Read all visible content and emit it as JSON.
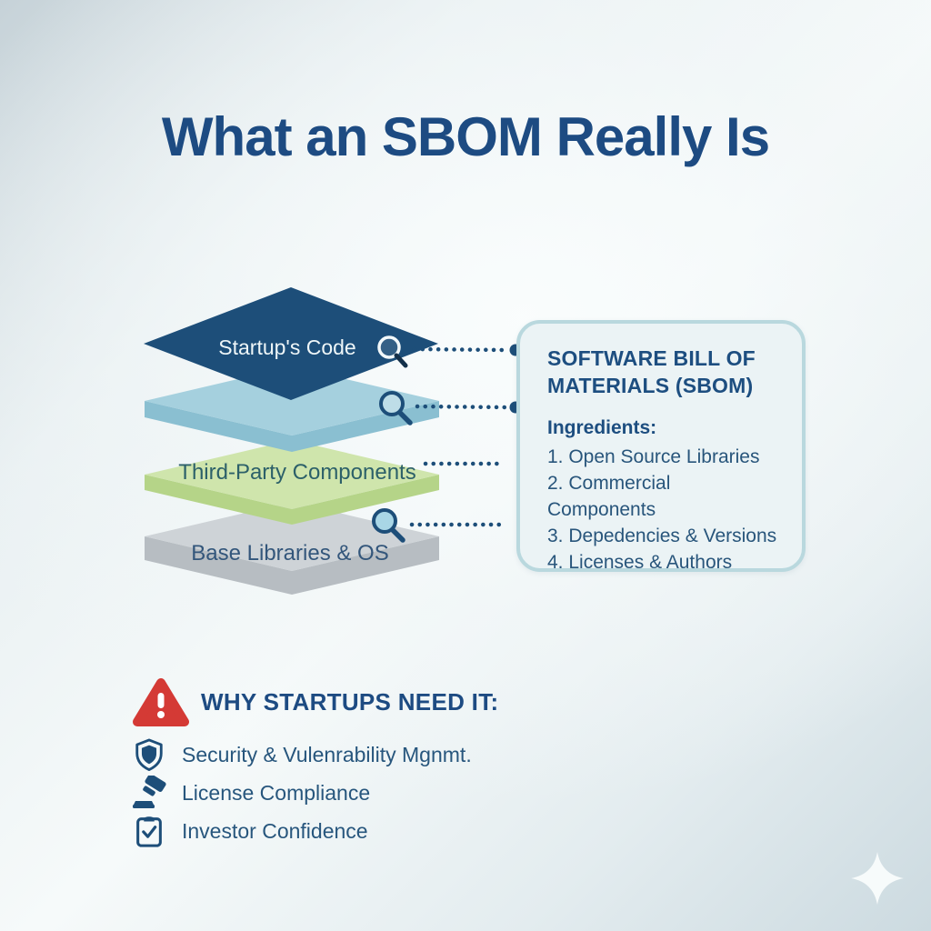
{
  "title": "What an SBOM Really Is",
  "colors": {
    "title-blue": "#1d4b82",
    "layer-dark": "#1d4e79",
    "layer-dark-text": "#eef6f8",
    "layer-light-blue": "#a5d0de",
    "layer-light-blue-side": "#8abfd1",
    "layer-green": "#cfe5ac",
    "layer-green-side": "#b5d488",
    "layer-green-text": "#2c6069",
    "layer-gray": "#ced3d7",
    "layer-gray-side": "#b7bdc2",
    "layer-gray-text": "#33567b",
    "dot-line": "#1d4e79",
    "box-fill": "#ebf3f5",
    "box-border": "#b9d8de",
    "box-heading": "#1d4e80",
    "box-text": "#28557b",
    "warning-red": "#d43a35",
    "icon-navy": "#1d4e79",
    "body-text": "#27567d",
    "sparkle-white": "#fafdfd"
  },
  "icons": [
    "magnifier-icon",
    "warning-triangle-icon",
    "shield-icon",
    "gavel-icon",
    "clipboard-check-icon",
    "sparkle-icon"
  ],
  "stack": {
    "layers": [
      {
        "label": "Startup's Code"
      },
      {
        "label": ""
      },
      {
        "label": "Third-Party Components"
      },
      {
        "label": "Base Libraries & OS"
      }
    ]
  },
  "sbom_box": {
    "heading": "SOFTWARE BILL OF MATERIALS (SBOM)",
    "ingredients_label": "Ingredients:",
    "items": [
      "1. Open Source Libraries",
      "2. Commercial Components",
      "3. Depedencies & Versions",
      "4. Licenses & Authors"
    ]
  },
  "why": {
    "heading": "WHY STARTUPS NEED IT:",
    "items": [
      {
        "icon": "shield-icon",
        "label": "Security & Vulenrability Mgnmt."
      },
      {
        "icon": "gavel-icon",
        "label": "License Compliance"
      },
      {
        "icon": "clipboard-check-icon",
        "label": "Investor Confidence"
      }
    ]
  }
}
